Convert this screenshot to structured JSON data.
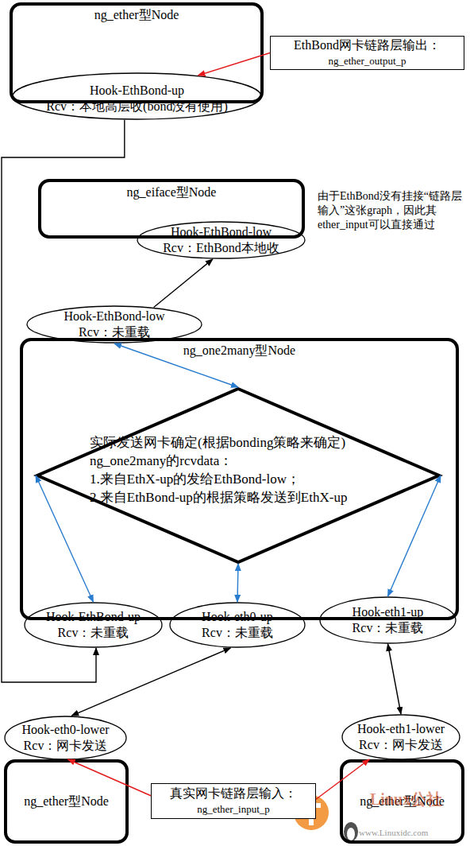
{
  "diagram": {
    "nodes": [
      {
        "text": [
          "ng_ether型Node"
        ]
      },
      {
        "text": [
          "Hook-EthBond-up",
          "Rcv：本地高层收(bond没有使用)"
        ],
        "in": 0
      },
      {
        "text": [
          "EthBond网卡链路层输出：",
          "ng_ether_output_p"
        ]
      },
      {
        "text": [
          "ng_eiface型Node"
        ]
      },
      {
        "text": [
          "Hook-EthBond-low",
          "Rcv：EthBond本地收"
        ],
        "in": 3
      },
      {
        "text": [
          "Hook-EthBond-low",
          "Rcv：未重载"
        ]
      },
      {
        "text": [
          "ng_one2many型Node"
        ]
      },
      {
        "text": [
          "实际发送网卡确定(根据bonding策略来确定)",
          "ng_one2many的rcvdata：",
          "1.来自EthX-up的发给EthBond-low；",
          "2.来自EthBond-up的根据策略发送到EthX-up"
        ],
        "in": 6
      },
      {
        "text": [
          "Hook-EthBond-up",
          "Rcv：未重载"
        ],
        "in": 6
      },
      {
        "text": [
          "Hook-eth0-up",
          "Rcv：未重载"
        ],
        "in": 6
      },
      {
        "text": [
          "Hook-eth1-up",
          "Rcv：未重载"
        ],
        "in": 6
      },
      {
        "text": [
          "Hook-eth0-lower",
          "Rcv：网卡发送"
        ]
      },
      {
        "text": [
          "Hook-eth1-lower",
          "Rcv：网卡发送"
        ]
      },
      {
        "text": [
          "ng_ether型Node"
        ]
      },
      {
        "text": [
          "真实网卡链路层输入：",
          "ng_ether_input_p"
        ]
      },
      {
        "text": [
          "ng_ether型Node"
        ]
      }
    ],
    "edges": [
      {
        "from": 2,
        "to": 1,
        "arrow": "to"
      },
      {
        "from": 1,
        "to": 8,
        "arrow": "to"
      },
      {
        "from": 5,
        "to": 4,
        "arrow": "to"
      },
      {
        "from": 7,
        "to": 5,
        "arrow": "both"
      },
      {
        "from": 7,
        "to": 8,
        "arrow": "both"
      },
      {
        "from": 7,
        "to": 9,
        "arrow": "both"
      },
      {
        "from": 7,
        "to": 10,
        "arrow": "both"
      },
      {
        "from": 9,
        "to": 11,
        "arrow": "both"
      },
      {
        "from": 10,
        "to": 12,
        "arrow": "both"
      },
      {
        "from": 14,
        "to": 13,
        "arrow": "to"
      },
      {
        "from": 14,
        "to": 15,
        "arrow": "to"
      }
    ],
    "labels": [
      "由于EthBond没有挂接“链路层输入”这张graph，因此其ether_input可以直接通过",
      "Linux公社",
      "www.Linuxidc.com"
    ]
  }
}
